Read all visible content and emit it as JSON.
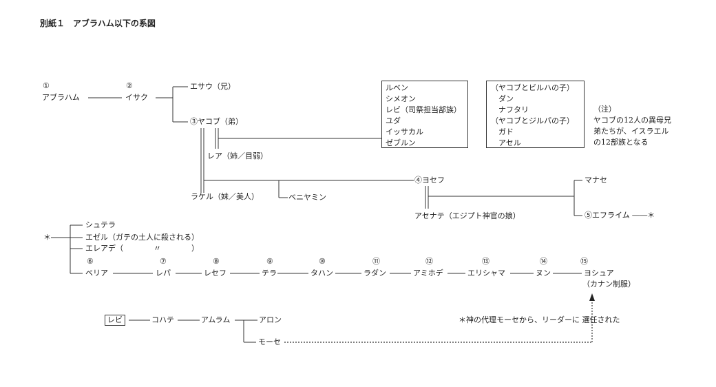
{
  "title": "別紙１　アブラハム以下の系図",
  "nodes": {
    "n1_num": "①",
    "abraham": "アブラハム",
    "n2_num": "②",
    "isaac": "イサク",
    "esau": "エサウ（兄）",
    "jacob": "③ヤコブ（弟）",
    "leah": "レア（姉／目弱）",
    "rachel": "ラケル（妹／美人）",
    "benjamin": "ベニヤミン",
    "joseph": "④ヨセフ",
    "asenath": "アセナテ（エジプト神官の娘）",
    "manasseh": "マナセ",
    "ephraim": "⑤エフライム ――＊"
  },
  "leah_sons": [
    "ルベン",
    "シメオン",
    "レビ（司祭担当部族）",
    "ユダ",
    "イッサカル",
    "ゼブルン"
  ],
  "concubine_sons": [
    "（ヤコブとビルハの子）",
    "　ダン",
    "　ナフタリ",
    "（ヤコブとジルパの子）",
    "　ガド",
    "　アセル"
  ],
  "note": [
    "（注）",
    "ヤコブの12人の異母兄",
    "弟たちが、イスラエル",
    "の12部族となる"
  ],
  "ephraim_line": {
    "star": "＊",
    "children": [
      "シュテラ",
      "エゼル（ガテの土人に殺される）",
      "エレアデ（　　　　〃　　　　）"
    ],
    "nums": [
      "⑥",
      "⑦",
      "⑧",
      "⑨",
      "⑩",
      "⑪",
      "⑫",
      "⑬",
      "⑭",
      "⑮"
    ],
    "names": [
      "ベリア",
      "レパ",
      "レセフ",
      "テラ",
      "タハン",
      "ラダン",
      "アミホデ",
      "エリシャマ",
      "ヌン",
      "ヨシュア"
    ],
    "joshua_note": "（カナン制服）"
  },
  "levi_line": {
    "levi": "レビ",
    "kohath": "コハテ",
    "amram": "アムラム",
    "aaron": "アロン",
    "moses": "モーセ",
    "note": "＊神の代理モーセから、リーダーに 選任された"
  }
}
